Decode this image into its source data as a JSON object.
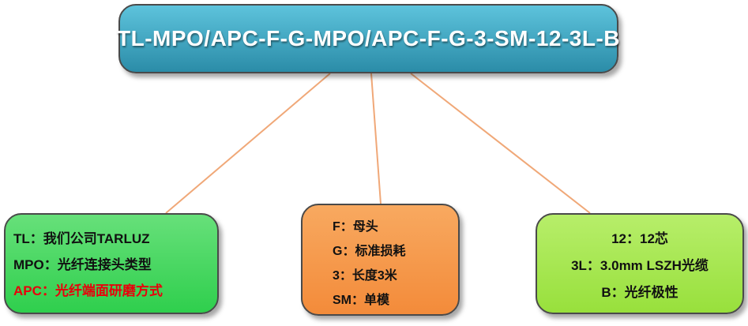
{
  "title": "TL-MPO/APC-F-G-MPO/APC-F-G-3-SM-12-3L-B",
  "left_box": {
    "lines": [
      "TL：我们公司TARLUZ",
      "MPO：光纤连接头类型",
      "APC：光纤端面研磨方式"
    ]
  },
  "middle_box": {
    "lines": [
      "F：母头",
      "G：标准损耗",
      "3：长度3米",
      "SM：单模"
    ]
  },
  "right_box": {
    "lines": [
      "12：12芯",
      "3L：3.0mm LSZH光缆",
      "B：光纤极性"
    ]
  },
  "colors": {
    "title_fill": "#3fa9c6",
    "left_fill": "#45d860",
    "middle_fill": "#f59a4b",
    "right_fill": "#a6e64f",
    "connector_line": "#f0a878",
    "highlight_text": "#e8000b"
  }
}
